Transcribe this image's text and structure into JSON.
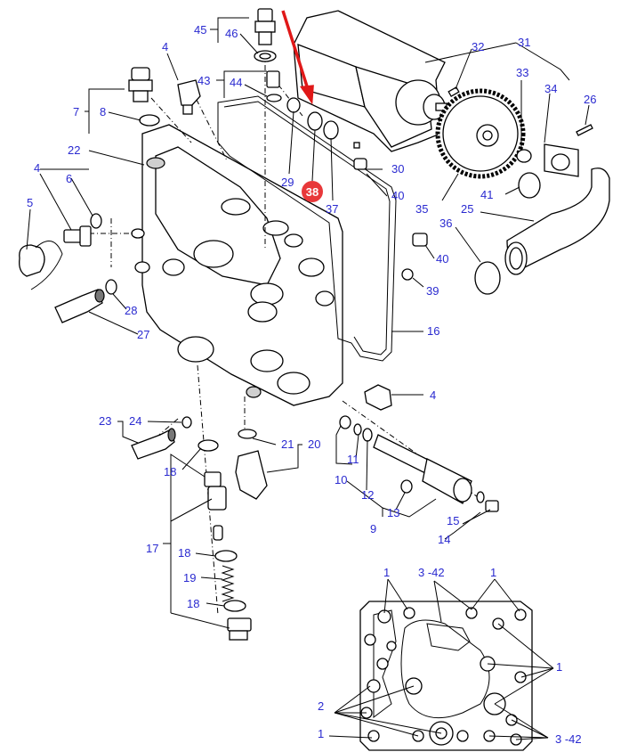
{
  "diagram": {
    "labels": {
      "l45": "45",
      "l46": "46",
      "l4a": "4",
      "l43": "43",
      "l44": "44",
      "l7": "7",
      "l8": "8",
      "l22": "22",
      "l4b": "4",
      "l6": "6",
      "l5": "5",
      "l29": "29",
      "l37": "37",
      "l30": "30",
      "l40a": "40",
      "l32": "32",
      "l31": "31",
      "l33": "33",
      "l34": "34",
      "l26": "26",
      "l41": "41",
      "l35": "35",
      "l25": "25",
      "l36": "36",
      "l40b": "40",
      "l39": "39",
      "l28": "28",
      "l27": "27",
      "l16": "16",
      "l4c": "4",
      "l23": "23",
      "l24": "24",
      "l21": "21",
      "l20": "20",
      "l18a": "18",
      "l11": "11",
      "l10": "10",
      "l12": "12",
      "l13": "13",
      "l15": "15",
      "l9": "9",
      "l14": "14",
      "l17": "17",
      "l18b": "18",
      "l19": "19",
      "l18c": "18",
      "i1a": "1",
      "i1b": "1",
      "i1c": "1",
      "i1d": "1",
      "i342a": "3 -42",
      "i342b": "3 -42",
      "i2": "2"
    },
    "highlight": {
      "label": "38",
      "color": "#e8383a"
    },
    "arrow_color": "#e01818",
    "label_color": "#2a2ad0"
  }
}
